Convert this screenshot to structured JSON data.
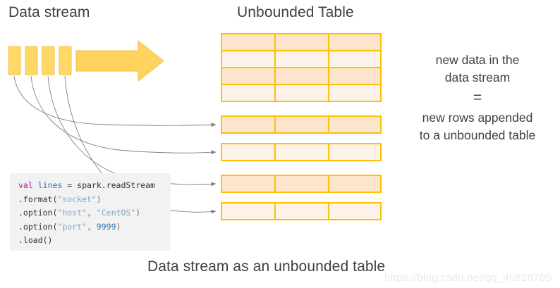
{
  "titles": {
    "data_stream": "Data stream",
    "unbounded_table": "Unbounded Table",
    "caption": "Data stream as an unbounded table"
  },
  "explanation": {
    "line1": "new data in the",
    "line2": "data stream",
    "equals": "=",
    "line3": "new rows appended",
    "line4": "to a unbounded table"
  },
  "code": {
    "line1": {
      "kw": "val",
      "var": "lines",
      "op": "=",
      "expr": "spark.readStream"
    },
    "line2": {
      "method": ".format(",
      "arg": "\"socket\"",
      "close": ")"
    },
    "line3": {
      "method": ".option(",
      "arg1": "\"host\"",
      "comma": ", ",
      "arg2": "\"CentOS\"",
      "close": ")"
    },
    "line4": {
      "method": ".option(",
      "arg1": "\"port\"",
      "comma": ", ",
      "arg2": "9999",
      "close": ")"
    },
    "line5": {
      "method": ".load()"
    }
  },
  "watermark": "https://blog.csdn.net/qq_40828705",
  "colors": {
    "stream_fill": "#FFD966",
    "stream_edge": "#F2C14B",
    "row_border": "#FFC000",
    "row_fill_dark": "#FCE5CC",
    "row_fill_light": "#FDF2E9",
    "connector": "#808080",
    "code_bg": "#F2F2F2",
    "text": "#404040"
  },
  "chart_data": {
    "type": "diagram",
    "title": "Data stream as an unbounded table",
    "stream_bars": 4,
    "table": {
      "label": "Unbounded Table",
      "columns": 3,
      "rows": 4,
      "row_shades": [
        "dark",
        "light",
        "dark",
        "light"
      ]
    },
    "appended_rows": [
      {
        "index": 1,
        "shade": "dark"
      },
      {
        "index": 2,
        "shade": "light"
      },
      {
        "index": 3,
        "shade": "dark"
      },
      {
        "index": 4,
        "shade": "light"
      }
    ],
    "connectors": 4
  }
}
